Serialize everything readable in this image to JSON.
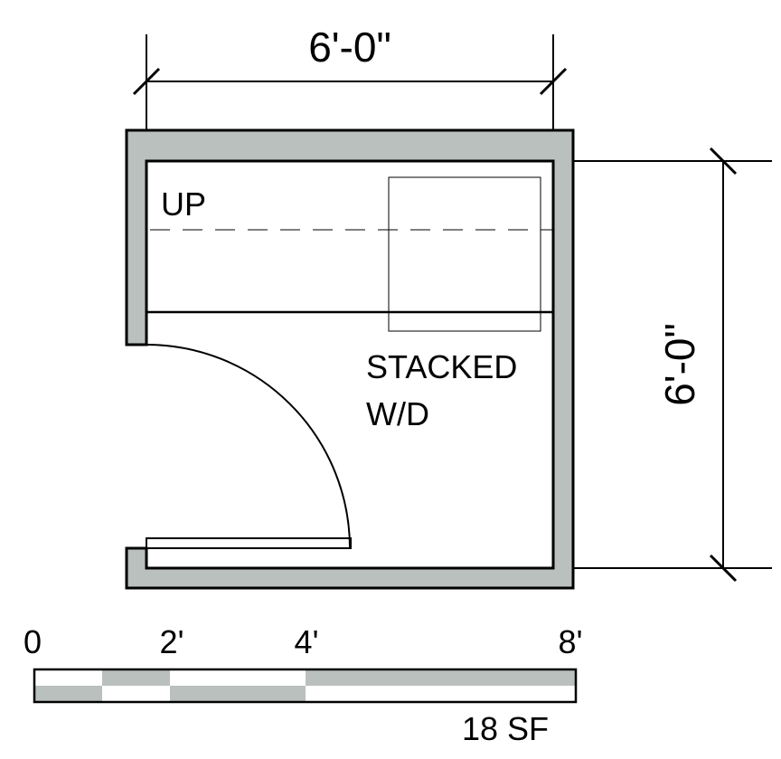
{
  "dimensions": {
    "top_width": "6'-0\"",
    "right_depth": "6'-0\""
  },
  "stair": {
    "label": "UP"
  },
  "appliance": {
    "line1": "STACKED",
    "line2": "W/D"
  },
  "scale_bar": {
    "tick_labels": [
      "0",
      "2'",
      "4'",
      "8'"
    ],
    "area": "18 SF"
  },
  "colors": {
    "wall_fill": "#b9c0be",
    "line": "#000000",
    "background": "#ffffff"
  }
}
